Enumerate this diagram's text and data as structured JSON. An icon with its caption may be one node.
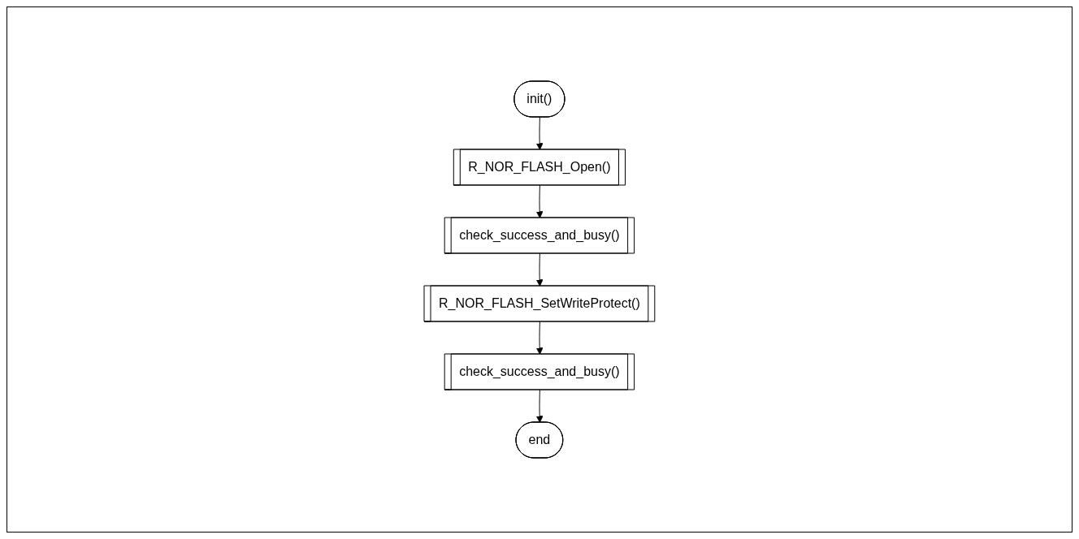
{
  "diagram": {
    "nodes": [
      {
        "text": [
          "init()"
        ]
      },
      {
        "text": [
          "R_NOR_FLASH_Open()"
        ]
      },
      {
        "text": [
          "check_success_and_busy()"
        ]
      },
      {
        "text": [
          "R_NOR_FLASH_SetWriteProtect()"
        ]
      },
      {
        "text": [
          "check_success_and_busy()"
        ]
      },
      {
        "text": [
          "end"
        ]
      }
    ],
    "edges": [
      {
        "from": 0,
        "to": 1,
        "arrow": "to"
      },
      {
        "from": 1,
        "to": 2,
        "arrow": "to"
      },
      {
        "from": 2,
        "to": 3,
        "arrow": "to"
      },
      {
        "from": 3,
        "to": 4,
        "arrow": "to"
      },
      {
        "from": 4,
        "to": 5,
        "arrow": "to"
      }
    ]
  }
}
